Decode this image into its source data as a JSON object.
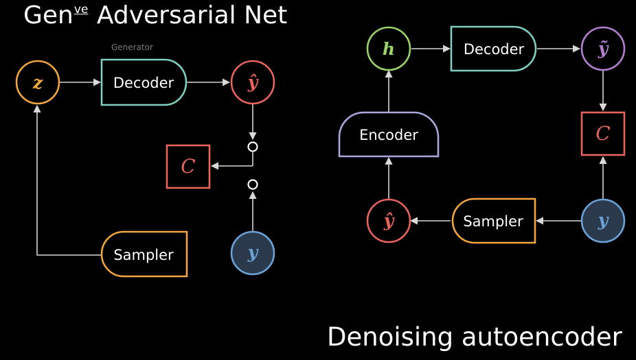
{
  "gan": {
    "title_prefix": "Gen",
    "title_sup": "ve",
    "title_suffix": " Adversarial Net",
    "generator_label": "Generator",
    "decoder_label": "Decoder",
    "sampler_label": "Sampler",
    "z_symbol": "z",
    "yhat_symbol": "ŷ",
    "y_symbol": "y",
    "c_symbol": "C"
  },
  "dae": {
    "title": "Denoising autoencoder",
    "h_symbol": "h",
    "decoder_label": "Decoder",
    "encoder_label": "Encoder",
    "sampler_label": "Sampler",
    "ytilde_symbol": "ỹ",
    "yhat_symbol": "ŷ",
    "y_symbol": "y",
    "c_symbol": "C"
  },
  "colors": {
    "z": "#f2a640",
    "decoder": "#7fcfc0",
    "yhat": "#e8645c",
    "cost": "#e8645c",
    "y": "#6ba3d6",
    "y_fill": "#2a3a4c",
    "sampler": "#f2a640",
    "h": "#9ad46a",
    "ytilde": "#b57fd0",
    "encoder": "#a8a8dd",
    "arrow": "#d8d8d8"
  }
}
